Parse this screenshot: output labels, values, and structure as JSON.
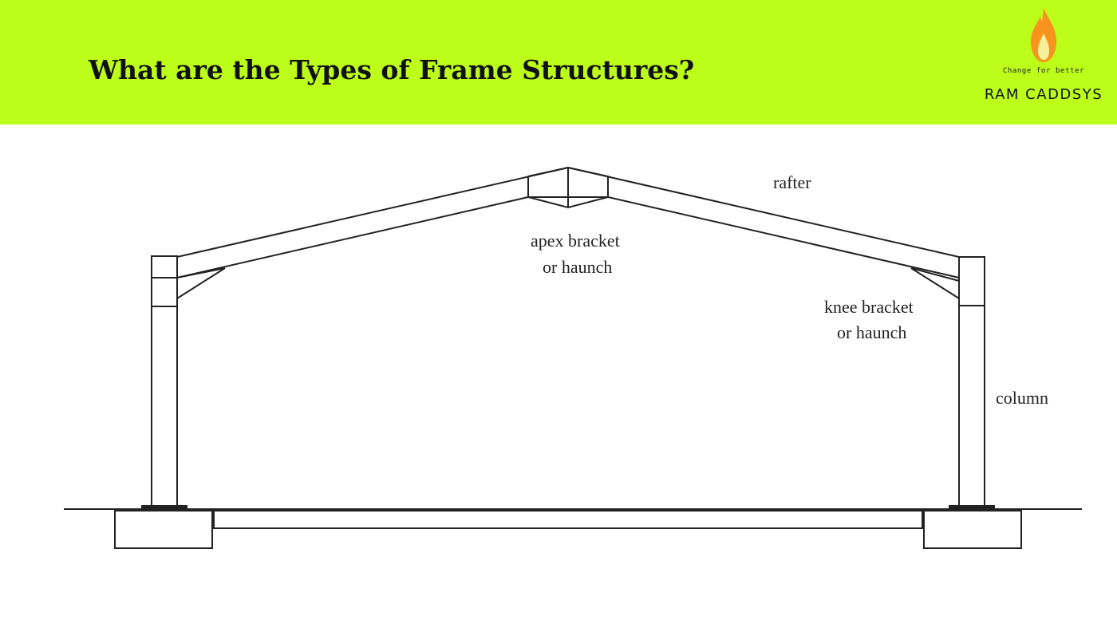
{
  "header": {
    "title": "What are the Types of Frame Structures?",
    "background_color": "#bdfd1a"
  },
  "logo": {
    "tagline": "Change for better",
    "brand": "RAM CADDSYS",
    "icon": "flame-icon"
  },
  "diagram": {
    "labels": {
      "rafter": "rafter",
      "apex_line1": "apex bracket",
      "apex_line2": "or haunch",
      "knee_line1": "knee bracket",
      "knee_line2": "or haunch",
      "column": "column"
    },
    "stroke_color": "#222222"
  }
}
